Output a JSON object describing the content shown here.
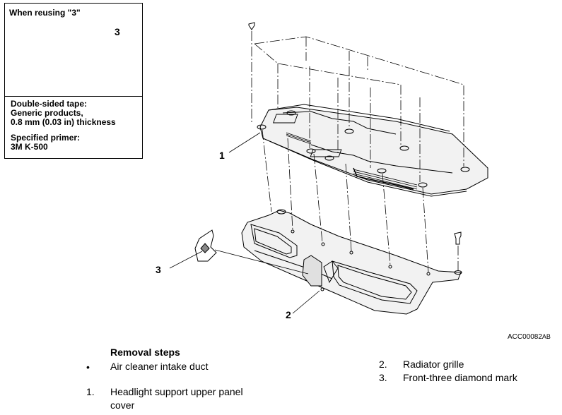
{
  "callout": {
    "title": "When reusing \"3\"",
    "item_number": "3",
    "notes": [
      "Double-sided tape:",
      "Generic products,",
      "0.8 mm (0.03 in) thickness",
      "",
      "Specified primer:",
      "3M K-500"
    ]
  },
  "labels": {
    "part1": "1",
    "part2": "2",
    "part3": "3"
  },
  "figure_code": {
    "main": "ACC00082",
    "suffix": "AB"
  },
  "removal": {
    "title": "Removal steps",
    "left": [
      {
        "marker": "•",
        "text": "Air cleaner intake duct"
      },
      {
        "marker": "1.",
        "text_line1": "Headlight support upper panel",
        "text_line2": "cover"
      }
    ],
    "right": [
      {
        "marker": "2.",
        "text": "Radiator grille"
      },
      {
        "marker": "3.",
        "text": "Front-three diamond mark"
      }
    ]
  }
}
